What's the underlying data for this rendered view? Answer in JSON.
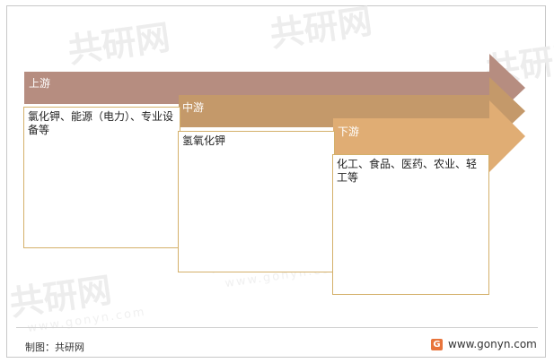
{
  "stages": [
    {
      "label": "上游",
      "content": "氯化钾、能源（电力）、专业设备等",
      "color": "#b68d80"
    },
    {
      "label": "中游",
      "content": "氢氧化钾",
      "color": "#c4996a"
    },
    {
      "label": "下游",
      "content": "化工、食品、医药、农业、轻工等",
      "color": "#e0ad74"
    }
  ],
  "footer": {
    "source": "制图：共研网",
    "website": "www.gonyn.com",
    "logo_glyph": "G"
  },
  "watermark": {
    "brand": "共研网",
    "domain": "www.gonyn.com"
  }
}
